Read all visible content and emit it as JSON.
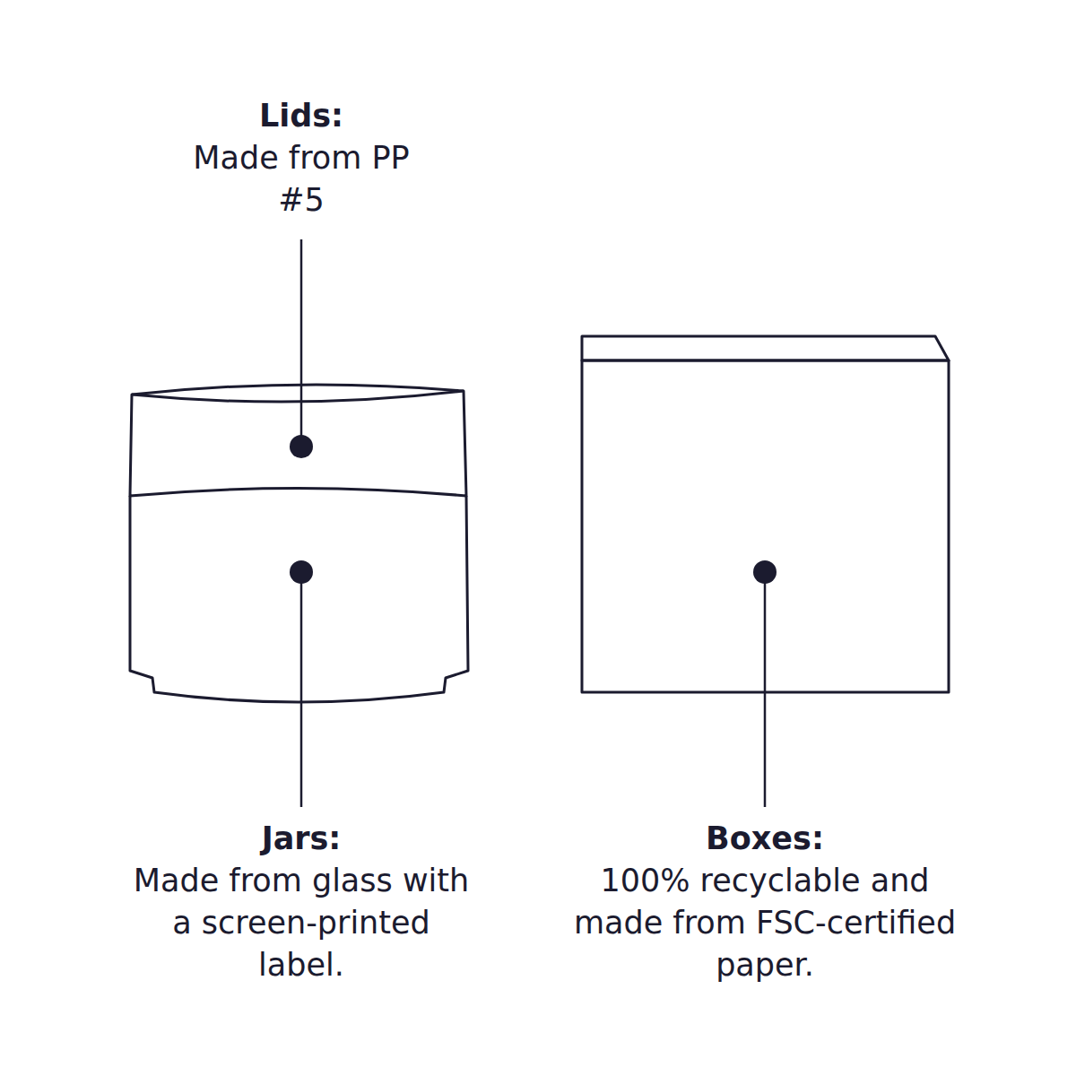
{
  "diagram": {
    "labels": [
      "Lids:",
      "Made from PP #5",
      "Jars:",
      "Made from glass with a screen-printed label.",
      "Boxes:",
      "100% recyclable and made from FSC-certified paper."
    ]
  }
}
